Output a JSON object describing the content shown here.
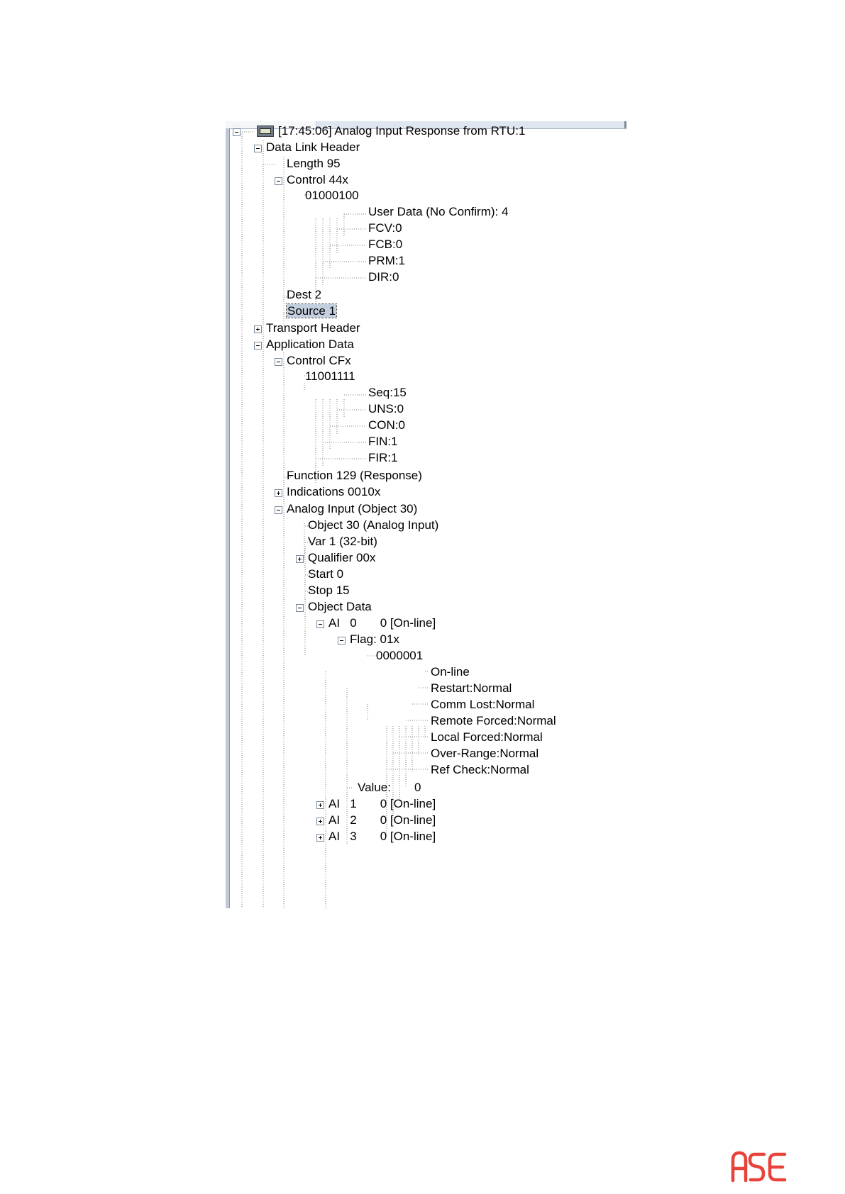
{
  "tree": {
    "root": {
      "label": "[17:45:06] Analog Input Response from RTU:1"
    },
    "data_link_header": {
      "label": "Data Link Header",
      "length": "Length 95",
      "control": "Control 44x",
      "control_bits": "01000100",
      "user_data": "User Data (No Confirm): 4",
      "fcv": "FCV:0",
      "fcb": "FCB:0",
      "prm": "PRM:1",
      "dir": "DIR:0",
      "dest": "Dest 2",
      "source": "Source 1"
    },
    "transport_header": {
      "label": "Transport Header"
    },
    "application_data": {
      "label": "Application Data",
      "control": "Control CFx",
      "control_bits": "11001111",
      "seq": "Seq:15",
      "uns": "UNS:0",
      "con": "CON:0",
      "fin": "FIN:1",
      "fir": "FIR:1",
      "function": "Function 129 (Response)",
      "indications": "Indications 0010x",
      "analog_input": {
        "label": "Analog Input (Object 30)",
        "object": "Object 30 (Analog Input)",
        "var": "Var 1 (32-bit)",
        "qualifier": "Qualifier 00x",
        "start": "Start 0",
        "stop": "Stop 15",
        "object_data": {
          "label": "Object Data",
          "ai0": "AI   0       0 [On-line]",
          "flag": "Flag: 01x",
          "flag_bits": "0000001",
          "online": "On-line",
          "restart": "Restart:Normal",
          "comm_lost": "Comm Lost:Normal",
          "remote_forced": "Remote Forced:Normal",
          "local_forced": "Local Forced:Normal",
          "over_range": "Over-Range:Normal",
          "ref_check": "Ref Check:Normal",
          "value": "Value:       0",
          "ai1": "AI   1       0 [On-line]",
          "ai2": "AI   2       0 [On-line]",
          "ai3": "AI   3       0 [On-line]"
        }
      }
    }
  },
  "logo": {
    "text": "ASE",
    "color": "#e8433a"
  }
}
